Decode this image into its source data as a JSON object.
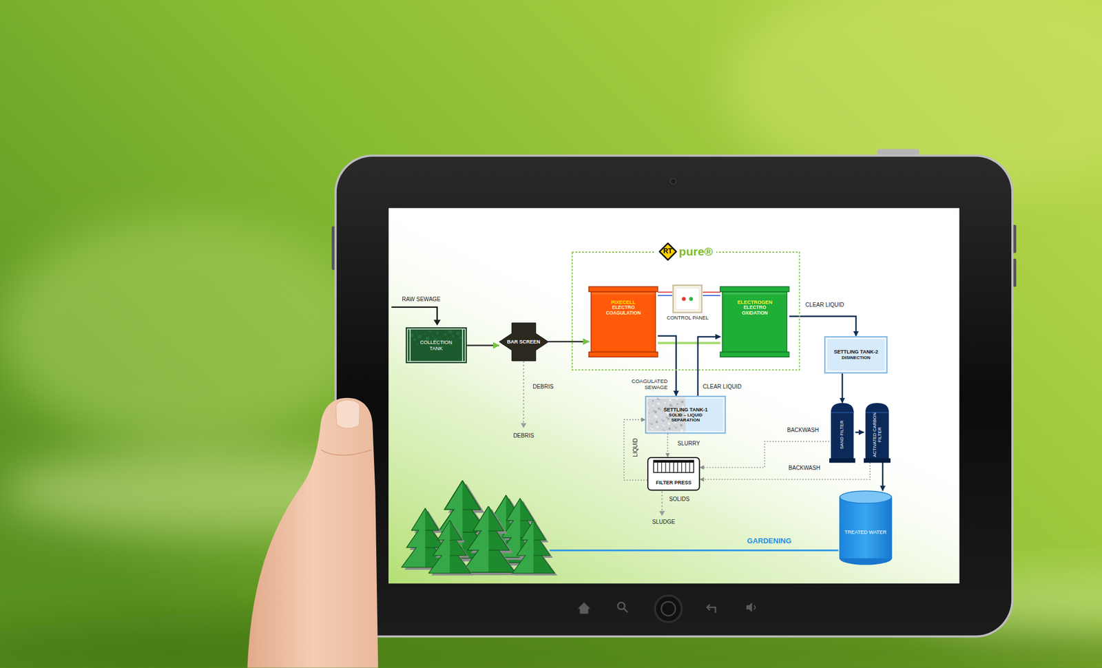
{
  "diagram": {
    "nodes": [
      {
        "text": [
          "COLLECTION TANK"
        ]
      },
      {
        "text": [
          "BAR SCREEN"
        ]
      },
      {
        "text": [
          "RT",
          "pure®"
        ]
      },
      {
        "text": [
          "PIXECELL",
          "ELECTRO COAGULATION"
        ],
        "in": 2
      },
      {
        "text": [
          "CONTROL PANEL"
        ],
        "in": 2
      },
      {
        "text": [
          "ELECTROGEN",
          "ELECTRO OXIDATION"
        ],
        "in": 2
      },
      {
        "text": [
          "SETTLING TANK-2",
          "DISINECTION"
        ]
      },
      {
        "text": [
          "SETTLING TANK-1",
          "SOLID – LIQUID SEPARATION"
        ]
      },
      {
        "text": [
          "SAND FILTER"
        ]
      },
      {
        "text": [
          "ACTIVATED CARBON FILTER"
        ]
      },
      {
        "text": [
          "FILTER PRESS"
        ]
      },
      {
        "text": [
          "TREATED WATER"
        ]
      }
    ],
    "edges": [
      {
        "from": 0,
        "to": 1,
        "arrow": "to"
      },
      {
        "from": 1,
        "to": 3,
        "arrow": "to"
      },
      {
        "from": 4,
        "to": 3,
        "arrow": "none"
      },
      {
        "from": 4,
        "to": 5,
        "arrow": "none"
      },
      {
        "from": 3,
        "to": 5,
        "arrow": "none"
      },
      {
        "from": 3,
        "to": 7,
        "label": "COAGULATED SEWAGE",
        "arrow": "to"
      },
      {
        "from": 7,
        "to": 5,
        "label": "CLEAR LIQUID",
        "arrow": "to"
      },
      {
        "from": 5,
        "to": 6,
        "label": "CLEAR LIQUID",
        "arrow": "to"
      },
      {
        "from": 6,
        "to": 8,
        "arrow": "to"
      },
      {
        "from": 8,
        "to": 9,
        "arrow": "to"
      },
      {
        "from": 9,
        "to": 11,
        "arrow": "to"
      },
      {
        "from": 8,
        "to": 10,
        "label": "BACKWASH",
        "arrow": "to"
      },
      {
        "from": 9,
        "to": 10,
        "label": "BACKWASH",
        "arrow": "to"
      },
      {
        "from": 7,
        "to": 10,
        "label": "SLURRY",
        "arrow": "to"
      },
      {
        "from": 10,
        "to": 7,
        "label": "LIQUID",
        "arrow": "to"
      }
    ],
    "labels": [
      "RAW SEWAGE",
      "DEBRIS",
      "DEBRIS",
      "SOLIDS",
      "SLUDGE",
      "GARDENING"
    ]
  }
}
